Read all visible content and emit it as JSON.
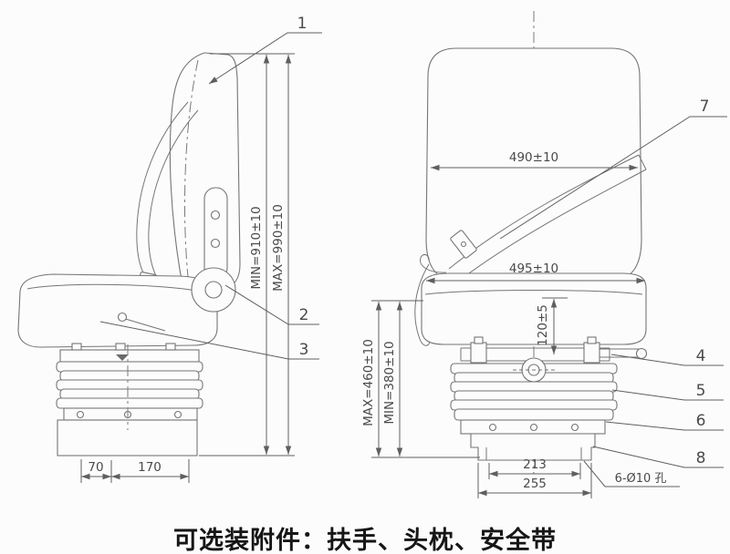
{
  "colors": {
    "line": "#757575",
    "dimension": "#5f5f5f",
    "text": "#4a4a4a",
    "caption": "#161616",
    "background": "#fcfcfc"
  },
  "caption": {
    "text": "可选装附件：扶手、头枕、安全带"
  },
  "side_view": {
    "dim_min_height": "MIN=910±10",
    "dim_max_height": "MAX=990±10",
    "dim_bolt_pitch_front": "70",
    "dim_bolt_pitch_rear": "170"
  },
  "front_view": {
    "dim_backrest_width": "490±10",
    "dim_cushion_width": "495±10",
    "dim_cushion_height": "120±5",
    "dim_max_height": "MAX=460±10",
    "dim_min_height": "MIN=380±10",
    "dim_rail_inner": "213",
    "dim_rail_outer": "255",
    "note_mounting_holes": "6-Ø10 孔"
  },
  "callouts": {
    "c1": "1",
    "c2": "2",
    "c3": "3",
    "c4": "4",
    "c5": "5",
    "c6": "6",
    "c7": "7",
    "c8": "8"
  }
}
